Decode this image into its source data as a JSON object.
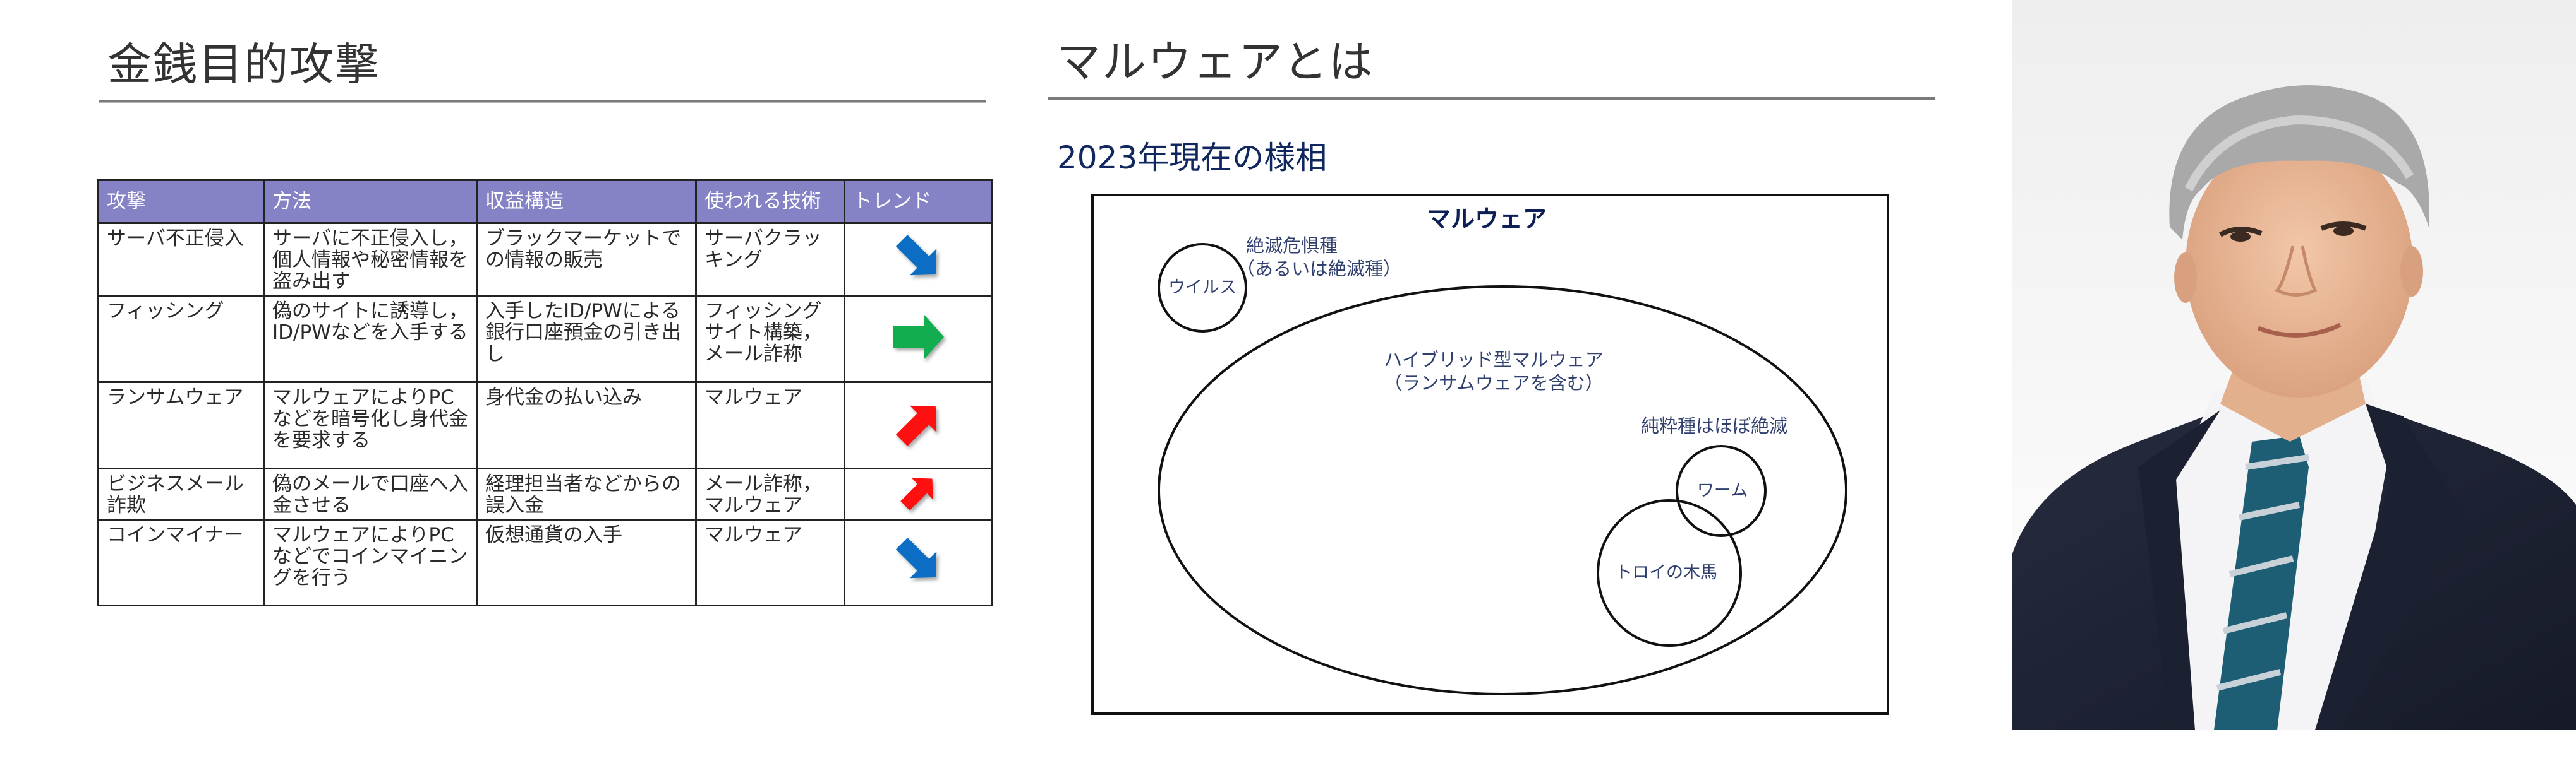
{
  "left_slide": {
    "title": "金銭目的攻撃",
    "table": {
      "headers": [
        "攻撃",
        "方法",
        "収益構造",
        "使われる技術",
        "トレンド"
      ],
      "rows": [
        {
          "attack": "サーバ不正侵入",
          "method": "サーバに不正侵入し，個人情報や秘密情報を盗み出す",
          "revenue": "ブラックマーケットでの情報の販売",
          "technology": "サーバクラッキング",
          "trend": "down-right",
          "trend_color": "#0b6ec4"
        },
        {
          "attack": "フィッシング",
          "method": "偽のサイトに誘導し，ID/PWなどを入手する",
          "revenue": "入手したID/PWによる銀行口座預金の引き出し",
          "technology": "フィッシングサイト構築，メール詐称",
          "trend": "right",
          "trend_color": "#12ad4f"
        },
        {
          "attack": "ランサムウェア",
          "method": "マルウェアによりPCなどを暗号化し身代金を要求する",
          "revenue": "身代金の払い込み",
          "technology": "マルウェア",
          "trend": "up-right",
          "trend_color": "#ff1010"
        },
        {
          "attack": "ビジネスメール詐欺",
          "method": "偽のメールで口座へ入金させる",
          "revenue": "経理担当者などからの誤入金",
          "technology": "メール詐称，マルウェア",
          "trend": "up-right",
          "trend_color": "#ff1010"
        },
        {
          "attack": "コインマイナー",
          "method": "マルウェアによりPCなどでコインマイニングを行う",
          "revenue": "仮想通貨の入手",
          "technology": "マルウェア",
          "trend": "down-right",
          "trend_color": "#0b6ec4"
        }
      ]
    },
    "colors": {
      "header_bg": "#8582c6",
      "title_text": "#333333",
      "rule": "#7a7a7a"
    }
  },
  "right_slide": {
    "title": "マルウェアとは",
    "subtitle": "2023年現在の様相",
    "diagram": {
      "outer_label": "マルウェア",
      "virus_label": "ウイルス",
      "virus_note_line1": "絶滅危惧種",
      "virus_note_line2": "（あるいは絶滅種）",
      "hybrid_label_line1": "ハイブリッド型マルウェア",
      "hybrid_label_line2": "（ランサムウェアを含む）",
      "pure_note": "純粋種はほぼ絶滅",
      "worm_label": "ワーム",
      "trojan_label": "トロイの木馬"
    },
    "colors": {
      "subtitle_text": "#112760",
      "diagram_text": "#2f3f6e"
    }
  },
  "portrait": {
    "description": "headshot of a man with gray hair in a dark suit and striped tie"
  }
}
